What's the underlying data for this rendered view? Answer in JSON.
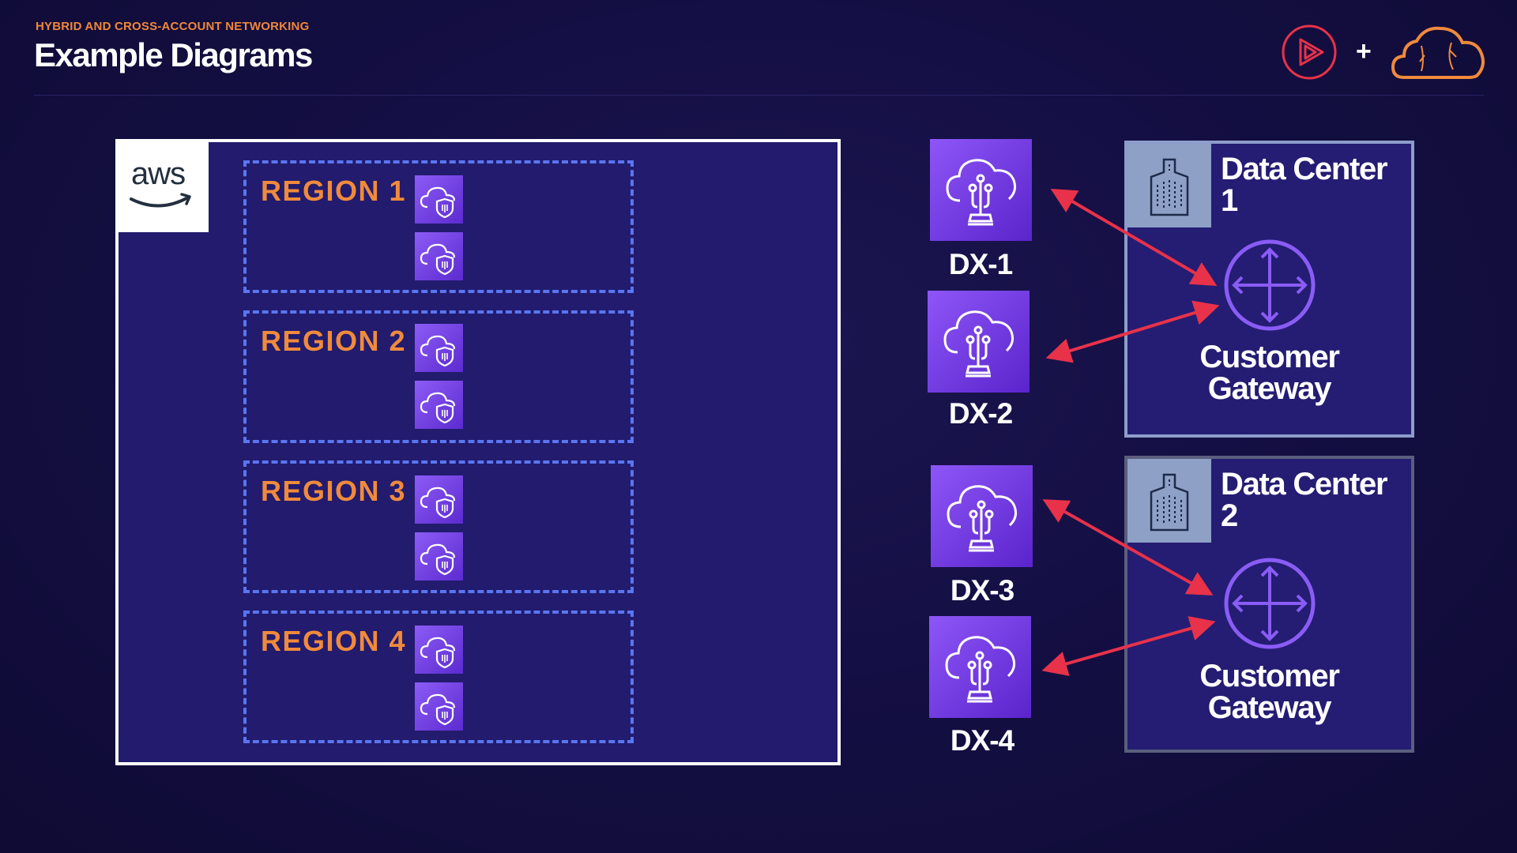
{
  "header": {
    "eyebrow": "HYBRID AND CROSS-ACCOUNT NETWORKING",
    "title": "Example Diagrams",
    "plus": "+"
  },
  "aws": {
    "logo_text": "aws",
    "regions": [
      {
        "label": "REGION 1"
      },
      {
        "label": "REGION 2"
      },
      {
        "label": "REGION 3"
      },
      {
        "label": "REGION 4"
      }
    ]
  },
  "direct_connect": [
    {
      "label": "DX-1"
    },
    {
      "label": "DX-2"
    },
    {
      "label": "DX-3"
    },
    {
      "label": "DX-4"
    }
  ],
  "data_centers": [
    {
      "title_line1": "Data Center",
      "title_line2": "1",
      "gateway_line1": "Customer",
      "gateway_line2": "Gateway"
    },
    {
      "title_line1": "Data Center",
      "title_line2": "2",
      "gateway_line1": "Customer",
      "gateway_line2": "Gateway"
    }
  ],
  "colors": {
    "accent_orange": "#f08a3c",
    "region_border": "#5a76f0",
    "icon_purple": "#7a45e8",
    "arrow_red": "#e8324a",
    "background": "#140f44"
  }
}
